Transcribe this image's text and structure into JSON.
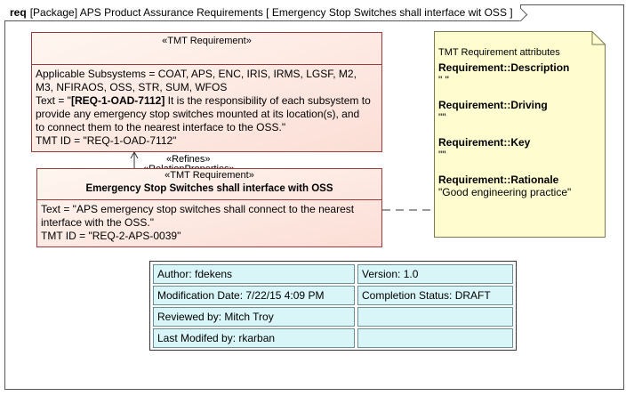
{
  "frame": {
    "kind": "req",
    "title": "[Package] APS Product Assurance Requirements [ Emergency Stop Switches shall interface wit OSS ]"
  },
  "requirement_parent": {
    "stereotype": "«TMT Requirement»",
    "line1": "Applicable Subsystems = COAT, APS, ENC, IRIS, IRMS, LGSF, M2,",
    "line2": "M3, NFIRAOS, OSS, STR, SUM, WFOS",
    "text_prefix": "Text = \"",
    "text_id": "[REQ-1-OAD-7112]",
    "text_rest": " It is the responsibility of each subsystem to",
    "line4": "provide any emergency stop switches mounted at its location(s), and",
    "line5": "to connect them to the nearest interface to the OSS.\"",
    "tmt_id": "TMT ID = \"REQ-1-OAD-7112\""
  },
  "relation": {
    "refines": "«Refines»",
    "relation_properties": "«RelationProperties»"
  },
  "requirement_child": {
    "stereotype": "«TMT Requirement»",
    "name": "Emergency Stop Switches shall interface with OSS",
    "line1": "Text = \"APS emergency stop switches shall connect to the nearest",
    "line2": "interface with the OSS.\"",
    "tmt_id": "TMT ID = \"REQ-2-APS-0039\""
  },
  "attributes_note": {
    "title": "TMT Requirement attributes",
    "items": [
      {
        "key": "Requirement::Description",
        "value": "\" \""
      },
      {
        "key": "Requirement::Driving",
        "value": "\"\""
      },
      {
        "key": "Requirement::Key",
        "value": "\"\""
      },
      {
        "key": "Requirement::Rationale",
        "value": "\"Good engineering practice\""
      }
    ]
  },
  "info_table": {
    "rows": [
      [
        "Author: fdekens",
        "Version: 1.0"
      ],
      [
        "Modification Date: 7/22/15 4:09 PM",
        "Completion Status: DRAFT"
      ],
      [
        "Reviewed by: Mitch Troy",
        ""
      ],
      [
        "Last Modifed by: rkarban",
        ""
      ]
    ]
  },
  "colors": {
    "requirement_border": "#9a3a3a",
    "requirement_fill": "#fbded6",
    "note_fill": "#fffdd0",
    "table_cell_fill": "#d8f5f8"
  }
}
